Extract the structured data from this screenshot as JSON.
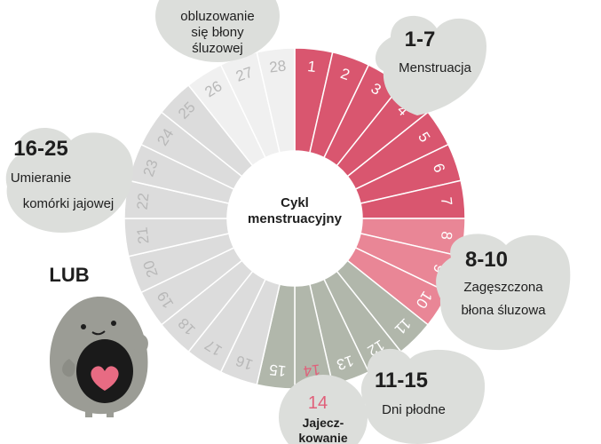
{
  "center": {
    "line1": "Cykl",
    "line2": "menstruacyjny"
  },
  "days": [
    "1",
    "2",
    "3",
    "4",
    "5",
    "6",
    "7",
    "8",
    "9",
    "10",
    "11",
    "12",
    "13",
    "14",
    "15",
    "16",
    "17",
    "18",
    "19",
    "20",
    "21",
    "22",
    "23",
    "24",
    "25",
    "26",
    "27",
    "28"
  ],
  "bubbles": {
    "top": {
      "line1": "obluzowanie",
      "line2": "się błony",
      "line3": "śluzowej"
    },
    "menstruation": {
      "range": "1-7",
      "label": "Menstruacja"
    },
    "thick": {
      "range": "8-10",
      "line1": "Zagęszczona",
      "line2": "błona śluzowa"
    },
    "dying": {
      "range": "16-25",
      "line1": "Umieranie",
      "line2": "komórki jajowej"
    },
    "fertile": {
      "range": "11-15",
      "label": "Dni płodne"
    },
    "ovulation": {
      "day": "14",
      "line1": "Jajecz-",
      "line2": "kowanie"
    }
  },
  "or_label": "LUB",
  "colors": {
    "menstruation": "#d9566f",
    "thick": "#e98696",
    "fertile": "#b1b7ab",
    "dying": "#dcdcdc",
    "shedding": "#f0f0f0",
    "bubble": "#dcdedb",
    "accent_text": "#e0607a"
  }
}
